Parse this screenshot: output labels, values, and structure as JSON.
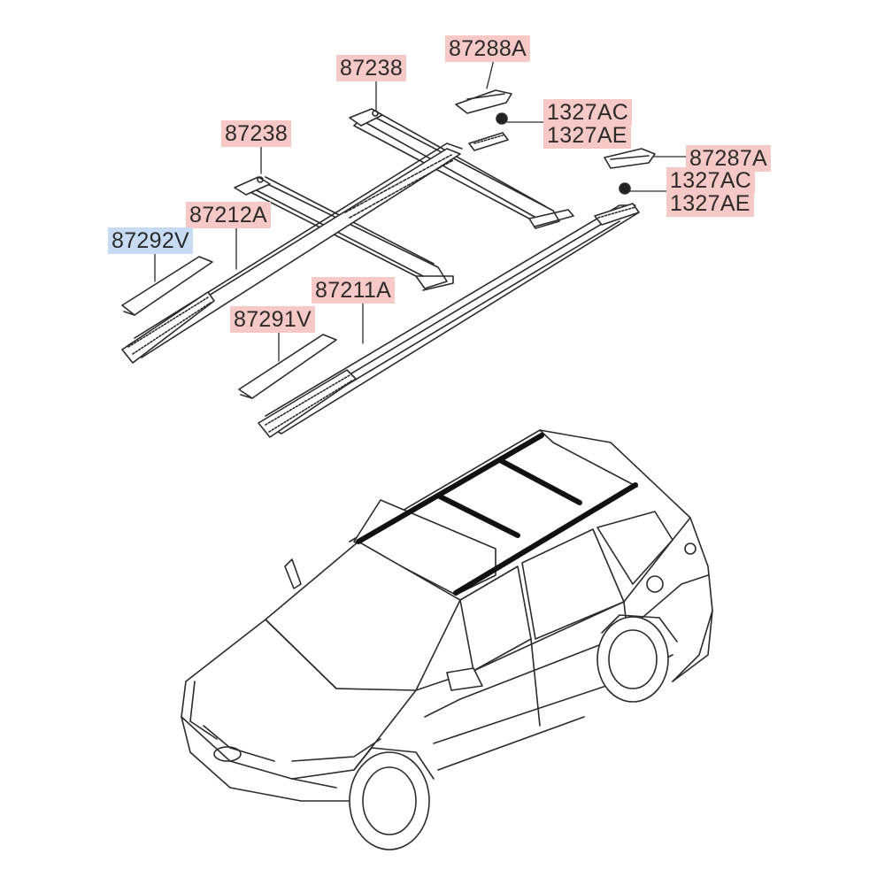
{
  "colors": {
    "highlight_red": "#f6c9c6",
    "highlight_blue": "#c7dcf4",
    "line": "#2b2b2b"
  },
  "labels": {
    "crossbar_front": "87238",
    "crossbar_rear": "87238",
    "rear_cover": "87288A",
    "bolt_rear_upper_a": "1327AC",
    "bolt_rear_upper_b": "1327AE",
    "front_cover_right": "87287A",
    "bolt_right_a": "1327AC",
    "bolt_right_b": "1327AE",
    "rail_left": "87212A",
    "cover_left": "87292V",
    "rail_right": "87211A",
    "cover_right": "87291V"
  }
}
